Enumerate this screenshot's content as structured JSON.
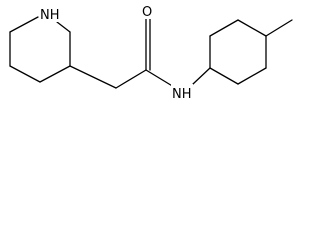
{
  "molecule": {
    "atom_labels": {
      "piperidine_nh": "NH",
      "carbonyl_o": "O",
      "amide_nh": "NH"
    },
    "bonds": [
      {
        "id": "pip-n-c2",
        "order": 1
      },
      {
        "id": "pip-c2-c3",
        "order": 1
      },
      {
        "id": "pip-c3-c4",
        "order": 1
      },
      {
        "id": "pip-c4-c5",
        "order": 1
      },
      {
        "id": "pip-c5-c6",
        "order": 1
      },
      {
        "id": "pip-c6-n",
        "order": 1
      },
      {
        "id": "c2-ch2",
        "order": 1
      },
      {
        "id": "ch2-co",
        "order": 1
      },
      {
        "id": "co-o",
        "order": 2
      },
      {
        "id": "co-n",
        "order": 1
      },
      {
        "id": "n-cy1",
        "order": 1
      },
      {
        "id": "cy1-cy2",
        "order": 1
      },
      {
        "id": "cy2-cy3",
        "order": 1
      },
      {
        "id": "cy3-cy4",
        "order": 1
      },
      {
        "id": "cy4-cy5",
        "order": 1
      },
      {
        "id": "cy5-cy6",
        "order": 1
      },
      {
        "id": "cy6-cy1",
        "order": 1
      },
      {
        "id": "cy4-me",
        "order": 1
      }
    ]
  }
}
